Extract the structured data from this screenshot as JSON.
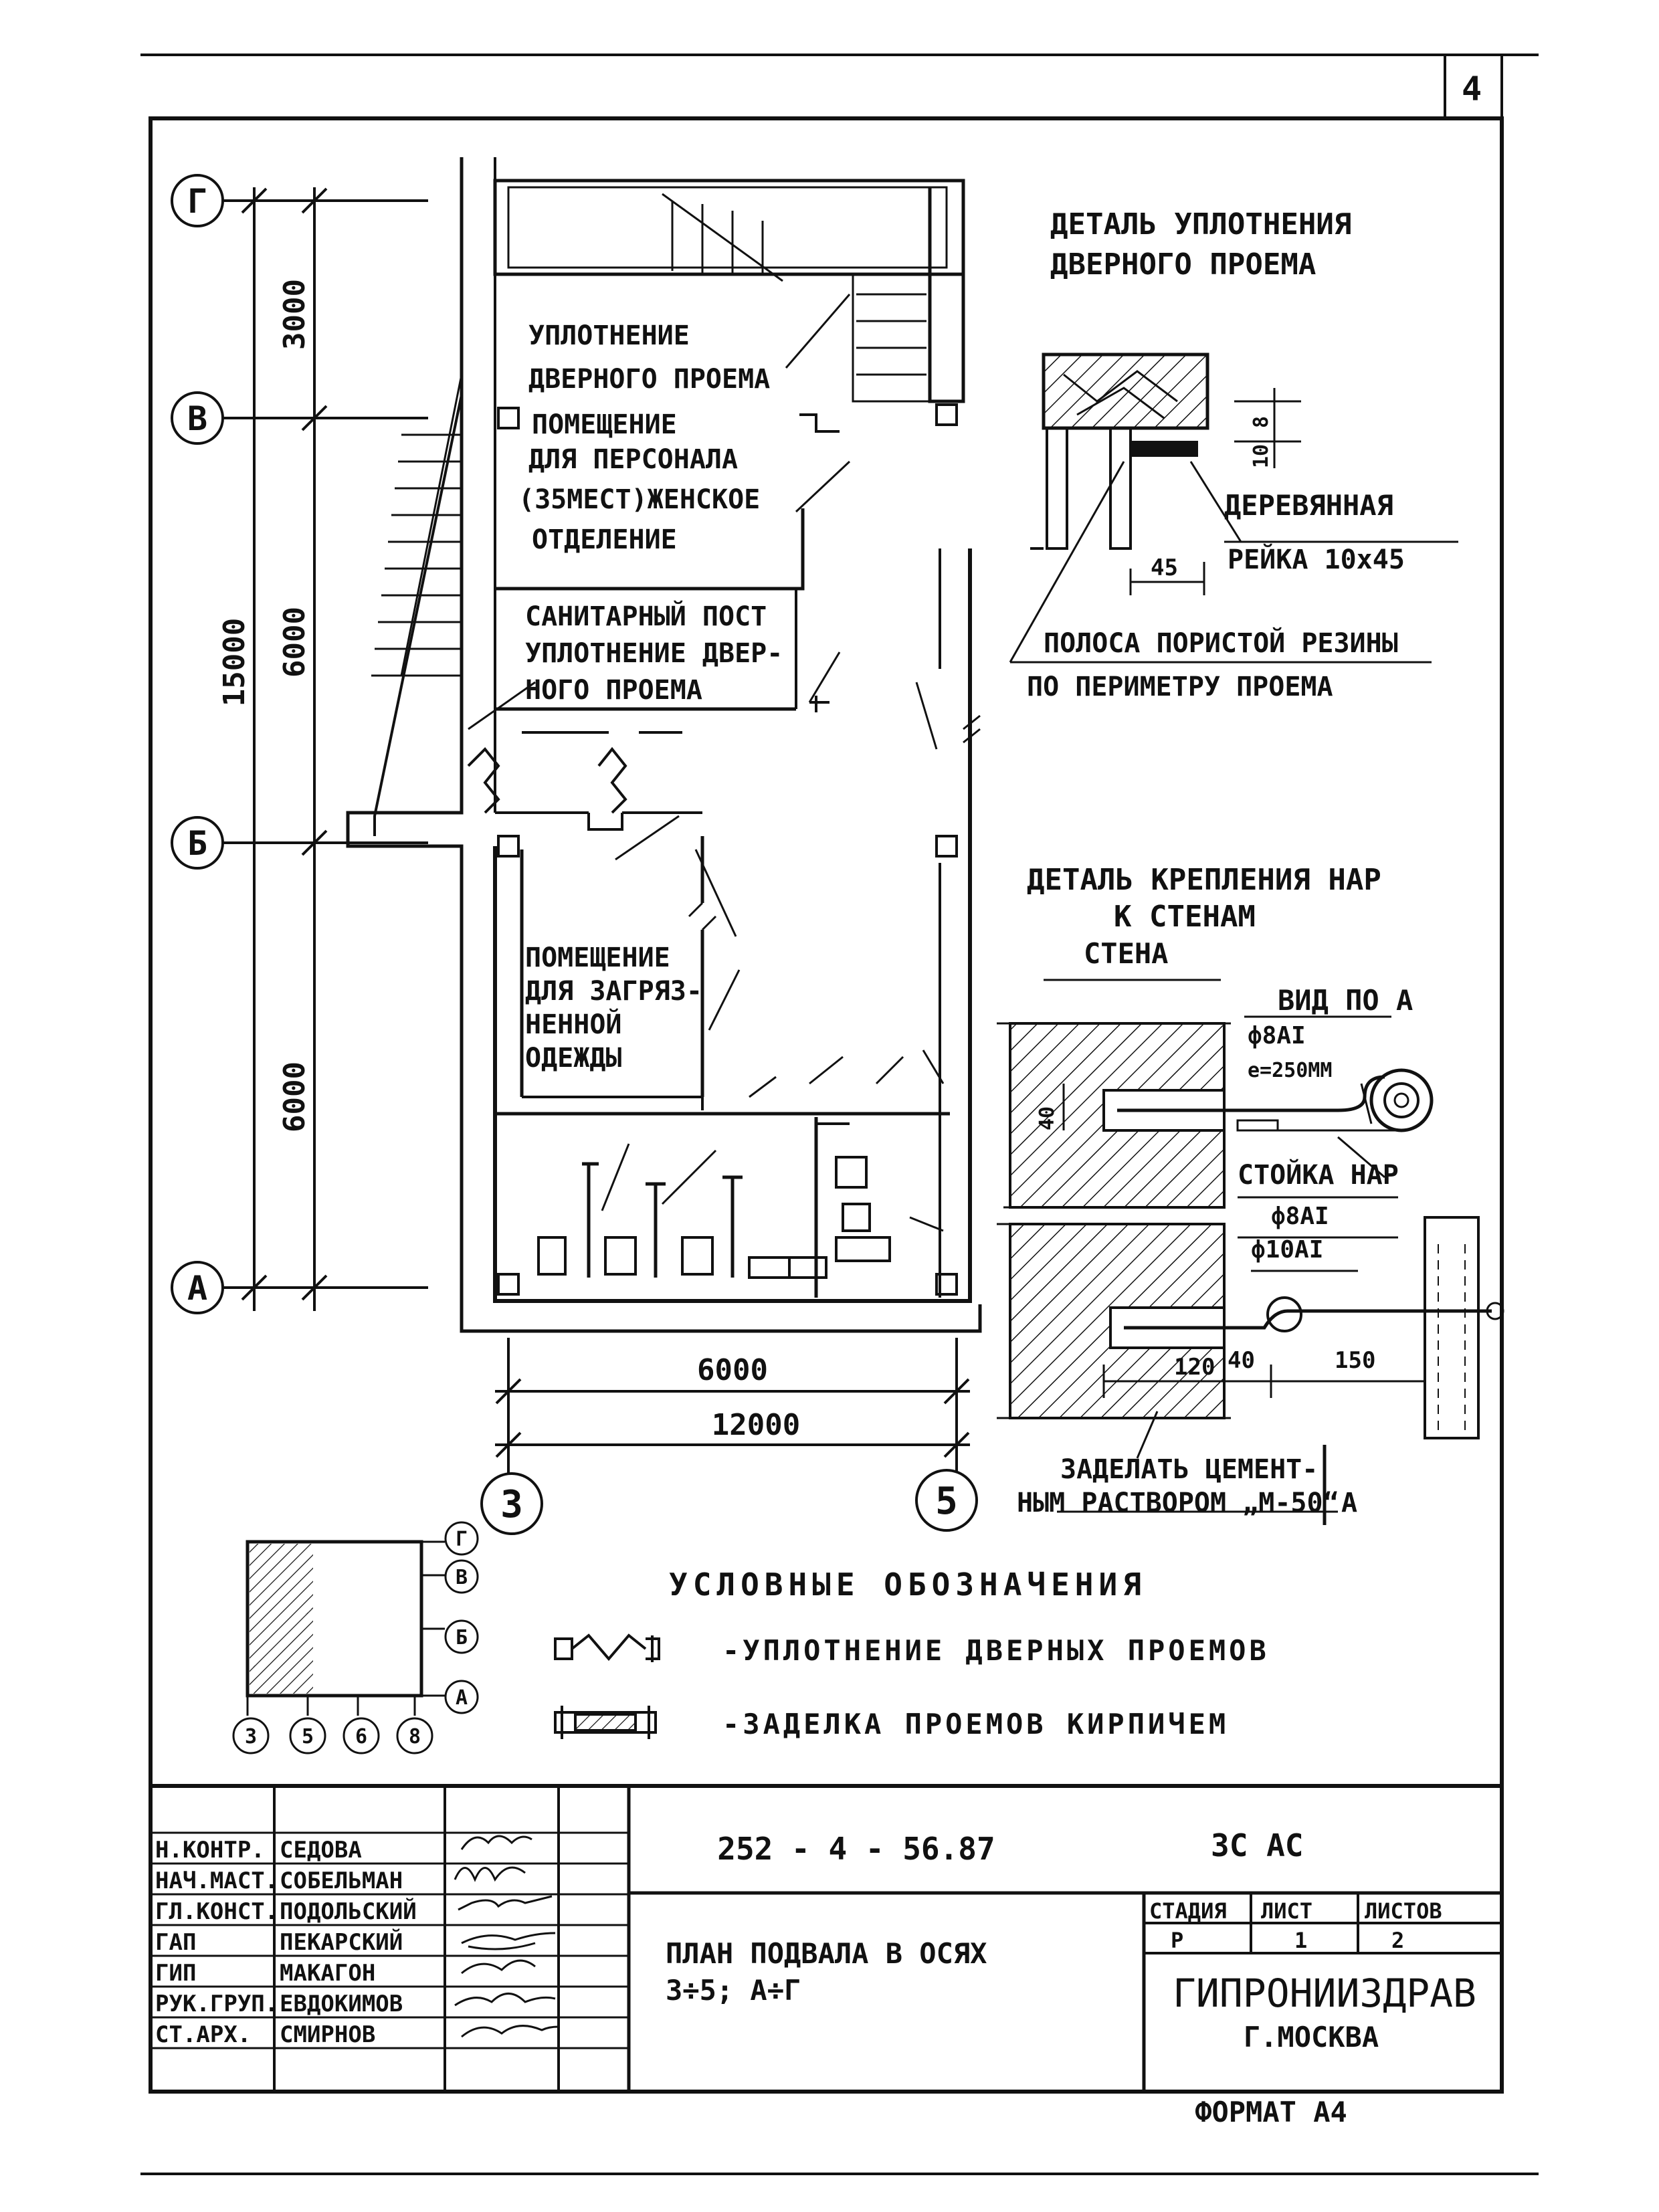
{
  "sheet_corner": "4",
  "axes": {
    "rows": [
      {
        "label": "Г"
      },
      {
        "label": "В"
      },
      {
        "label": "Б"
      },
      {
        "label": "А"
      }
    ],
    "cols": [
      {
        "label": "3"
      },
      {
        "label": "5"
      }
    ]
  },
  "dimensions": {
    "v_3000": "3000",
    "v_6000_top": "6000",
    "v_15000": "15000",
    "v_6000_bottom": "6000",
    "h_6000": "6000",
    "h_12000": "12000"
  },
  "plan_labels": {
    "seal_top_1": "УПЛОТНЕНИЕ",
    "seal_top_2": "ДВЕРНОГО ПРОЕМА",
    "room_staff_1": "ПОМЕЩЕНИЕ",
    "room_staff_2": "ДЛЯ ПЕРСОНАЛА",
    "room_staff_3": "(35МЕСТ)ЖЕНСКОЕ",
    "room_staff_4": "ОТДЕЛЕНИЕ",
    "sanpost_1": "САНИТАРНЫЙ ПОСТ",
    "sanpost_2": "УПЛОТНЕНИЕ ДВЕР-",
    "sanpost_3": "НОГО ПРОЕМА",
    "dirty_1": "ПОМЕЩЕНИЕ",
    "dirty_2": "ДЛЯ ЗАГРЯЗ-",
    "dirty_3": "НЕННОЙ",
    "dirty_4": "ОДЕЖДЫ"
  },
  "detail_door": {
    "title_1": "ДЕТАЛЬ УПЛОТНЕНИЯ",
    "title_2": "ДВЕРНОГО ПРОЕМА",
    "dim_10": "10",
    "dim_8": "8",
    "dim_45": "45",
    "wood_1": "ДЕРЕВЯННАЯ",
    "wood_2": "РЕЙКА 10х45",
    "rubber_1": "ПОЛОСА ПОРИСТОЙ РЕЗИНЫ",
    "rubber_2": "ПО ПЕРИМЕТРУ ПРОЕМА"
  },
  "detail_bunk": {
    "title_1": "ДЕТАЛЬ КРЕПЛЕНИЯ НАР",
    "title_2": "К СТЕНАМ",
    "wall": "СТЕНА",
    "view": "ВИД ПО А",
    "rebar1": "ф8АI",
    "spacing": "е=250ММ",
    "dim_40": "40",
    "post": "СТОЙКА НАР",
    "rebar2": "ф8АI",
    "rebar3": "ф10АI",
    "dim_120": "120",
    "dim_40b": "40",
    "dim_150": "150",
    "mortar_1": "ЗАДЕЛАТЬ ЦЕМЕНТ-",
    "mortar_2": "НЫМ РАСТВОРОМ „М-50“",
    "section": "А"
  },
  "legend": {
    "title": "УСЛОВНЫЕ ОБОЗНАЧЕНИЯ",
    "item1": "-УПЛОТНЕНИЕ ДВЕРНЫХ ПРОЕМОВ",
    "item2": "-ЗАДЕЛКА ПРОЕМОВ КИРПИЧЕМ",
    "key_rows": [
      "Г",
      "В",
      "Б",
      "А"
    ],
    "key_cols": [
      "3",
      "5",
      "6",
      "8"
    ]
  },
  "title_block": {
    "code": "252 - 4 - 56.87",
    "set": "ЗС АС",
    "roles": [
      "Н.КОНТР.",
      "НАЧ.МАСТ.",
      "ГЛ.КОНСТ.",
      "ГАП",
      "ГИП",
      "РУК.ГРУП.",
      "СТ.АРХ."
    ],
    "names": [
      "СЕДОВА",
      "СОБЕЛЬМАН",
      "ПОДОЛЬСКИЙ",
      "ПЕКАРСКИЙ",
      "МАКАГОН",
      "ЕВДОКИМОВ",
      "СМИРНОВ"
    ],
    "drawing_title_1": "ПЛАН ПОДВАЛА В ОСЯХ",
    "drawing_title_2": "3÷5; А÷Г",
    "stage_header": "СТАДИЯ",
    "sheet_header": "ЛИСТ",
    "sheets_header": "ЛИСТОВ",
    "stage": "Р",
    "sheet": "1",
    "sheets": "2",
    "org": "ГИПРОНИИЗДРАВ",
    "city": "Г.МОСКВА",
    "format": "ФОРМАТ А4"
  }
}
